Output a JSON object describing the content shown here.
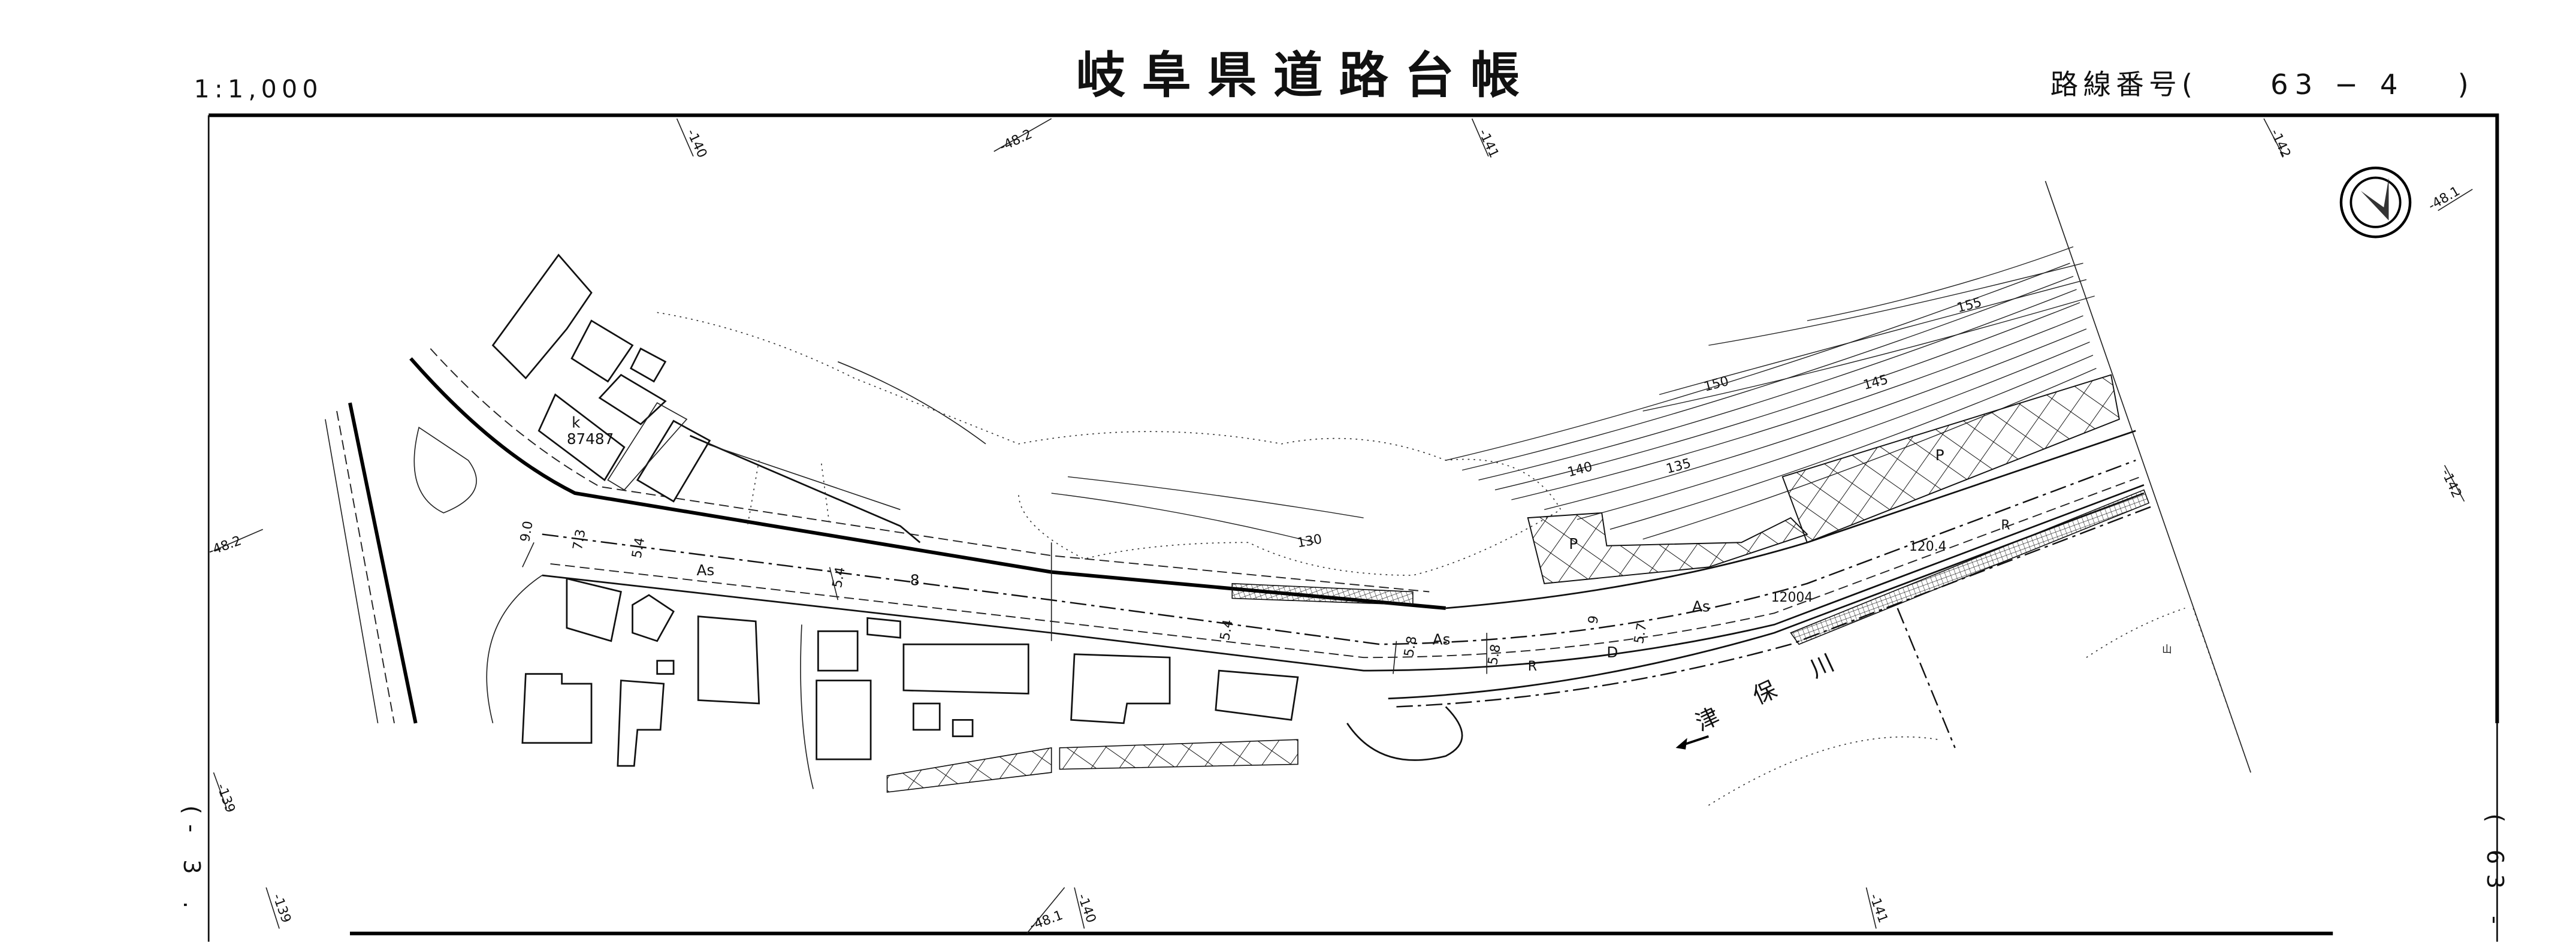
{
  "header": {
    "scale": "1:1,000",
    "title": "岐阜県道路台帳",
    "route_label": "路線番号(",
    "route_number": "63 − 4",
    "route_close": ")"
  },
  "margin_labels": {
    "top": [
      "-140",
      "-48.2",
      "-141",
      "-142",
      "-48.1"
    ],
    "left": [
      "-48.2",
      "-139"
    ],
    "right": [
      "-142"
    ],
    "bottom": [
      "-139",
      "-48.1",
      "-140",
      "-141"
    ],
    "side_left": "(- 3 .",
    "side_right": "( 63 -"
  },
  "map_labels": {
    "parcel_k": "k",
    "parcel_number": "87487",
    "width_9_0": "9.0",
    "width_7_3": "7.3",
    "width_5_4_a": "5.4",
    "surface_as_1": "As",
    "width_5_4_b": "5.4",
    "width_8": "8",
    "width_5_4_c": "5.4",
    "width_5_8_a": "5.8",
    "surface_as_2": "As",
    "width_5_8_b": "5.8",
    "r_1": "R",
    "width_9": "9",
    "d_label": "D",
    "width_5_7": "5.7",
    "surface_as_3": "As",
    "elev_12004": "12004",
    "elev_120_4": "120.4",
    "r_2": "R",
    "p_1": "P",
    "p_2": "P",
    "contour_130": "130",
    "contour_135": "135",
    "contour_140": "140",
    "contour_145": "145",
    "contour_150": "150",
    "contour_155": "155",
    "river_name": "津 保 川",
    "mountain_symbol": "山"
  },
  "colors": {
    "ink": "#111111",
    "paper": "#ffffff"
  }
}
